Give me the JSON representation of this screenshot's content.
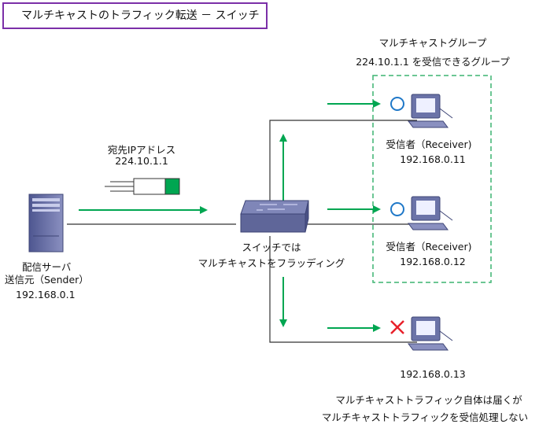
{
  "title": "マルチキャストのトラフィック転送 － スイッチ",
  "group": {
    "title": "マルチキャストグループ",
    "subtitle": "224.10.1.1 を受信できるグループ"
  },
  "packet": {
    "label": "宛先IPアドレス",
    "address": "224.10.1.1"
  },
  "sender": {
    "role": "配信サーバ",
    "name": "送信元（Sender）",
    "ip": "192.168.0.1"
  },
  "switch": {
    "line1": "スイッチでは",
    "line2": "マルチキャストをフラッディング"
  },
  "receivers": [
    {
      "name": "受信者（Receiver)",
      "ip": "192.168.0.11",
      "status": "receive"
    },
    {
      "name": "受信者（Receiver)",
      "ip": "192.168.0.12",
      "status": "receive"
    },
    {
      "name": "",
      "ip": "192.168.0.13",
      "status": "reject"
    }
  ],
  "note": {
    "line1": "マルチキャストトラフィック自体は届くが",
    "line2": "マルチキャストトラフィックを受信処理しない"
  },
  "colors": {
    "title_border": "#7b2fa8",
    "flow_arrow": "#00a651",
    "receive_mark": "#1f78c8",
    "reject_mark": "#e8202a",
    "group_border": "#3cb371",
    "device": "#6b73a8"
  }
}
